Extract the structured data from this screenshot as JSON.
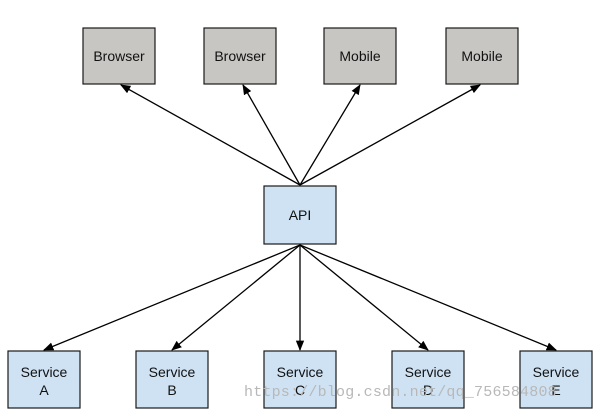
{
  "clients": [
    {
      "label": "Browser"
    },
    {
      "label": "Browser"
    },
    {
      "label": "Mobile"
    },
    {
      "label": "Mobile"
    }
  ],
  "api": {
    "label": "API"
  },
  "services": [
    {
      "line1": "Service",
      "line2": "A"
    },
    {
      "line1": "Service",
      "line2": "B"
    },
    {
      "line1": "Service",
      "line2": "C"
    },
    {
      "line1": "Service",
      "line2": "D"
    },
    {
      "line1": "Service",
      "line2": "E"
    }
  ],
  "watermark": "https://blog.csdn.net/qq_756584808",
  "colors": {
    "client_fill": "#c8c6c2",
    "api_fill": "#cfe2f3",
    "service_fill": "#cfe2f3",
    "stroke": "#1a1a1a",
    "arrow": "#000000"
  }
}
